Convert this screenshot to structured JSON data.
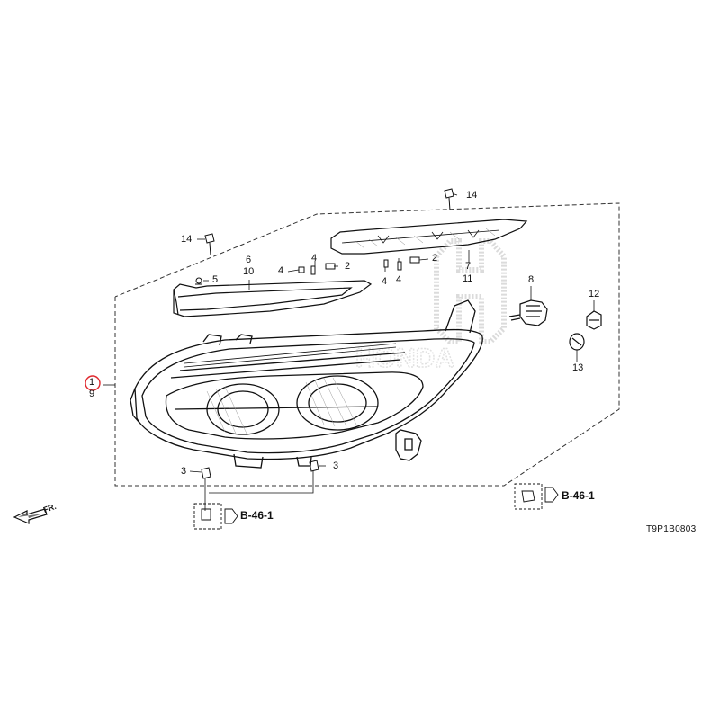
{
  "diagram": {
    "diagram_code": "T9P1B0803",
    "front_indicator": "FR.",
    "logo_text": "HONDA",
    "reference_label": "B-46-1",
    "callouts": {
      "c1": "1",
      "c9": "9",
      "c2a": "2",
      "c2b": "2",
      "c3a": "3",
      "c3b": "3",
      "c4a": "4",
      "c4b": "4",
      "c4c": "4",
      "c4d": "4",
      "c5": "5",
      "c6": "6",
      "c10": "10",
      "c7": "7",
      "c11": "11",
      "c8": "8",
      "c12": "12",
      "c13": "13",
      "c14a": "14",
      "c14b": "14"
    },
    "colors": {
      "highlight_circle": "#e0282e",
      "line": "#111111",
      "shade": "#bbbbbb"
    }
  }
}
